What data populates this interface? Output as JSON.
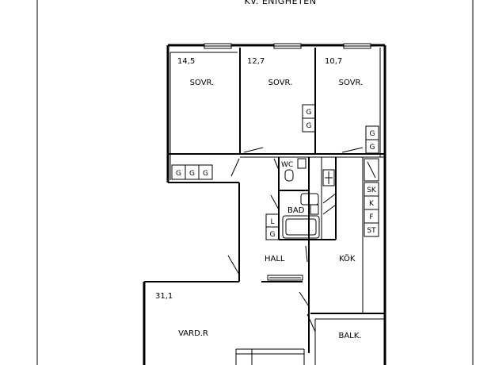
{
  "title": "KV. ENIGHETEN",
  "rooms": {
    "sovr1": {
      "name": "SOVR.",
      "area": "14,5"
    },
    "sovr2": {
      "name": "SOVR.",
      "area": "12,7"
    },
    "sovr3": {
      "name": "SOVR.",
      "area": "10,7"
    },
    "wc": {
      "name": "WC"
    },
    "bad": {
      "name": "BAD"
    },
    "hall": {
      "name": "HALL"
    },
    "kok": {
      "name": "KÖK"
    },
    "vardr": {
      "name": "VARD.R",
      "area": "31,1"
    },
    "balk": {
      "name": "BALK."
    }
  },
  "fixtures": {
    "g": "G",
    "l": "L",
    "sk": "SK",
    "k": "K",
    "f": "F",
    "st": "ST"
  }
}
